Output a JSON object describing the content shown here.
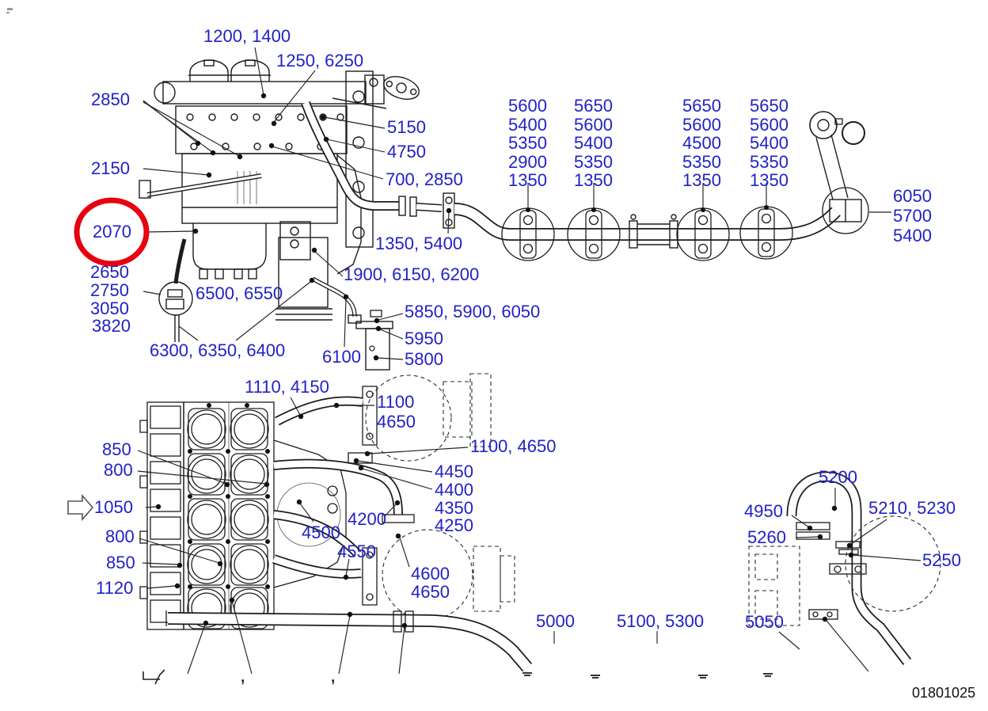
{
  "colors": {
    "callout_blue": "#2121c8",
    "highlight_red": "#e8000f",
    "line_black": "#1c1c1c"
  },
  "highlighted_part": "2070",
  "doc_number": "01801025",
  "callouts": {
    "k1200_1400": "1200, 1400",
    "k1250_6250": "1250, 6250",
    "k2850": "2850",
    "k2150": "2150",
    "k5150": "5150",
    "k4750": "4750",
    "k700_2850": "700, 2850",
    "k2070": "2070",
    "k2650": "2650",
    "k2750": "2750",
    "k3050": "3050",
    "k3820": "3820",
    "k6500_6550": "6500, 6550",
    "k1350_5400": "1350, 5400",
    "k1900_6150_6200": "1900, 6150, 6200",
    "k5850_5900_6050": "5850, 5900, 6050",
    "k5950": "5950",
    "k5800": "5800",
    "k6100": "6100",
    "k6300_6350_6400": "6300, 6350, 6400",
    "k1110_4150": "1110, 4150",
    "k1100_4650": "1100, 4650",
    "k850": "850",
    "k800": "800",
    "k1050": "1050",
    "k1120": "1120",
    "k4450": "4450",
    "k4400": "4400",
    "k4350": "4350",
    "k4250": "4250",
    "k4200": "4200",
    "k4500": "4500",
    "k4550": "4550",
    "k4600": "4600",
    "k4650": "4650",
    "k5000": "5000",
    "k5100_5300": "5100, 5300",
    "k5050": "5050",
    "k5200": "5200",
    "k4950": "4950",
    "k5260": "5260",
    "k5210_5230": "5210, 5230",
    "k5250": "5250"
  },
  "clamp_columns": [
    {
      "values": [
        "5600",
        "5400",
        "5350",
        "2900",
        "1350"
      ]
    },
    {
      "values": [
        "5650",
        "5600",
        "5400",
        "5350",
        "1350"
      ]
    },
    {
      "values": [
        "5650",
        "5600",
        "4500",
        "5350",
        "1350"
      ]
    },
    {
      "values": [
        "5650",
        "5600",
        "5400",
        "5350",
        "1350"
      ]
    }
  ],
  "junction_stack": {
    "values": [
      "6050",
      "5700",
      "5400"
    ]
  },
  "inlet_stack": {
    "values": [
      "1100",
      "4650"
    ]
  }
}
